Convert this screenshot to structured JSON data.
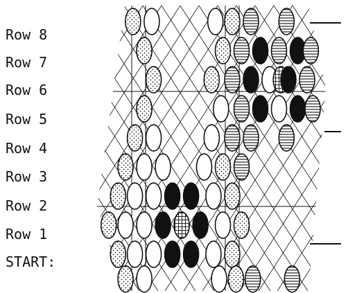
{
  "labels": {
    "row8": "Row 8",
    "row7": "Row 7",
    "row6": "Row 6",
    "row5": "Row 5",
    "row4": "Row 4",
    "row3": "Row 3",
    "row2": "Row 2",
    "row1": "Row 1",
    "start": "START:"
  },
  "colors": {
    "ink": "#111111",
    "paper": "#ffffff",
    "stipple": "#222222",
    "hatch": "#222222"
  },
  "legend_fills": [
    "dotted",
    "open",
    "solid",
    "hatched",
    "crossed"
  ]
}
